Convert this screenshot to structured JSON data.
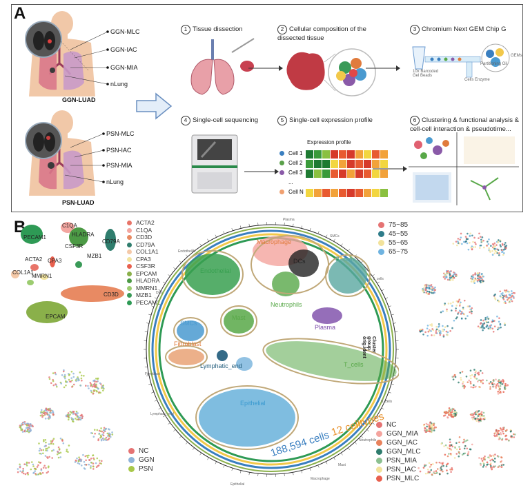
{
  "panel_a": {
    "letter": "A",
    "ggn": {
      "labels": [
        "GGN-MLC",
        "GGN-IAC",
        "GGN-MIA",
        "nLung"
      ],
      "title": "GGN-LUAD"
    },
    "psn": {
      "labels": [
        "PSN-MLC",
        "PSN-IAC",
        "PSN-MIA",
        "nLung"
      ],
      "title": "PSN-LUAD"
    },
    "steps": [
      {
        "num": "1",
        "text": "Tissue dissection"
      },
      {
        "num": "2",
        "text": "Cellular composition of the dissected tissue"
      },
      {
        "num": "3",
        "text": "Chromium Next GEM Chip G"
      },
      {
        "num": "4",
        "text": "Single-cell sequencing"
      },
      {
        "num": "5",
        "text": "Single-cell expression profile"
      },
      {
        "num": "6",
        "text": "Clustering & functional analysis & cell-cell interaction & pseudotime..."
      }
    ],
    "chip_labels": {
      "beads": "10x Barcoded Gel Beads",
      "cells": "Cells Enzyme",
      "oil": "Partitioning Oil",
      "gems": "GEMs"
    },
    "expression": {
      "title": "Expression profile",
      "cells": [
        "Cell 1",
        "Cell 2",
        "Cell 3",
        "...",
        "Cell N"
      ],
      "cell_colors": [
        "#3a7fc0",
        "#5aa04a",
        "#8a5aa8",
        "#ffffff",
        "#f0a070"
      ]
    }
  },
  "panel_b": {
    "letter": "B",
    "markers": {
      "legend": [
        {
          "name": "ACTA2",
          "color": "#e87468"
        },
        {
          "name": "C1QA",
          "color": "#f3a6a0"
        },
        {
          "name": "CD3D",
          "color": "#e88a63"
        },
        {
          "name": "CD79A",
          "color": "#2f7d6d"
        },
        {
          "name": "COL1A1",
          "color": "#f4c9a8"
        },
        {
          "name": "CPA3",
          "color": "#f2e4a0"
        },
        {
          "name": "CSF3R",
          "color": "#e8604e"
        },
        {
          "name": "EPCAM",
          "color": "#8ab04a"
        },
        {
          "name": "HLADRA",
          "color": "#4c9a45"
        },
        {
          "name": "MMRN1",
          "color": "#9ccc70"
        },
        {
          "name": "MZB1",
          "color": "#3a9a58"
        },
        {
          "name": "PECAM1",
          "color": "#2e9a55"
        }
      ],
      "labels": [
        "PECAM1",
        "C1QA",
        "HLADRA",
        "CSF3R",
        "CD79A",
        "MZB1",
        "ACTA2",
        "CPA3",
        "COL1A1",
        "MMRN1",
        "CD3D",
        "EPCAM"
      ]
    },
    "age_legend": [
      {
        "name": "75~85",
        "color": "#e57373"
      },
      {
        "name": "45~55",
        "color": "#2e7c8a"
      },
      {
        "name": "55~65",
        "color": "#f2e29b"
      },
      {
        "name": "65~75",
        "color": "#6fb3e0"
      }
    ],
    "group_legend": [
      {
        "name": "NC",
        "color": "#e57373"
      },
      {
        "name": "GGN",
        "color": "#8fb4d9"
      },
      {
        "name": "PSN",
        "color": "#a8c84a"
      }
    ],
    "orig_legend": [
      {
        "name": "NC",
        "color": "#e57373"
      },
      {
        "name": "GGN_MIA",
        "color": "#f4a49e"
      },
      {
        "name": "GGN_IAC",
        "color": "#e8825c"
      },
      {
        "name": "GGN_MLC",
        "color": "#2e7c6d"
      },
      {
        "name": "PSN_MIA",
        "color": "#8cc090"
      },
      {
        "name": "PSN_IAC",
        "color": "#f2e29b"
      },
      {
        "name": "PSN_MLC",
        "color": "#e8604e"
      }
    ],
    "celltypes": [
      {
        "name": "Endothelial",
        "color": "#38a050"
      },
      {
        "name": "Macrophage",
        "color": "#e07b3c"
      },
      {
        "name": "DCs",
        "color": "#222222"
      },
      {
        "name": "B_cells",
        "color": "#5aa8a0"
      },
      {
        "name": "Neutrophils",
        "color": "#58a848"
      },
      {
        "name": "Plasma",
        "color": "#7a4aa8"
      },
      {
        "name": "SMCs",
        "color": "#4a9ad0"
      },
      {
        "name": "Mast",
        "color": "#58a848"
      },
      {
        "name": "Fibroblast",
        "color": "#e07b3c"
      },
      {
        "name": "Lymphatic_end",
        "color": "#1e5a7a"
      },
      {
        "name": "T_cells",
        "color": "#58a848"
      },
      {
        "name": "Epithelial",
        "color": "#3a9ad0"
      }
    ],
    "ring_labels": [
      "Plasma",
      "SMCs",
      "T_cells",
      "B_cells",
      "Neutrophils",
      "Mast",
      "Macrophage",
      "Lymphatic_end",
      "Fibroblast",
      "Epithelial",
      "Endothelial",
      "DCs"
    ],
    "track_labels": [
      "Cluster",
      "group",
      "orig.ident"
    ],
    "cells_text": "188,594 cells",
    "celltypes_text": "12 celltypes"
  }
}
